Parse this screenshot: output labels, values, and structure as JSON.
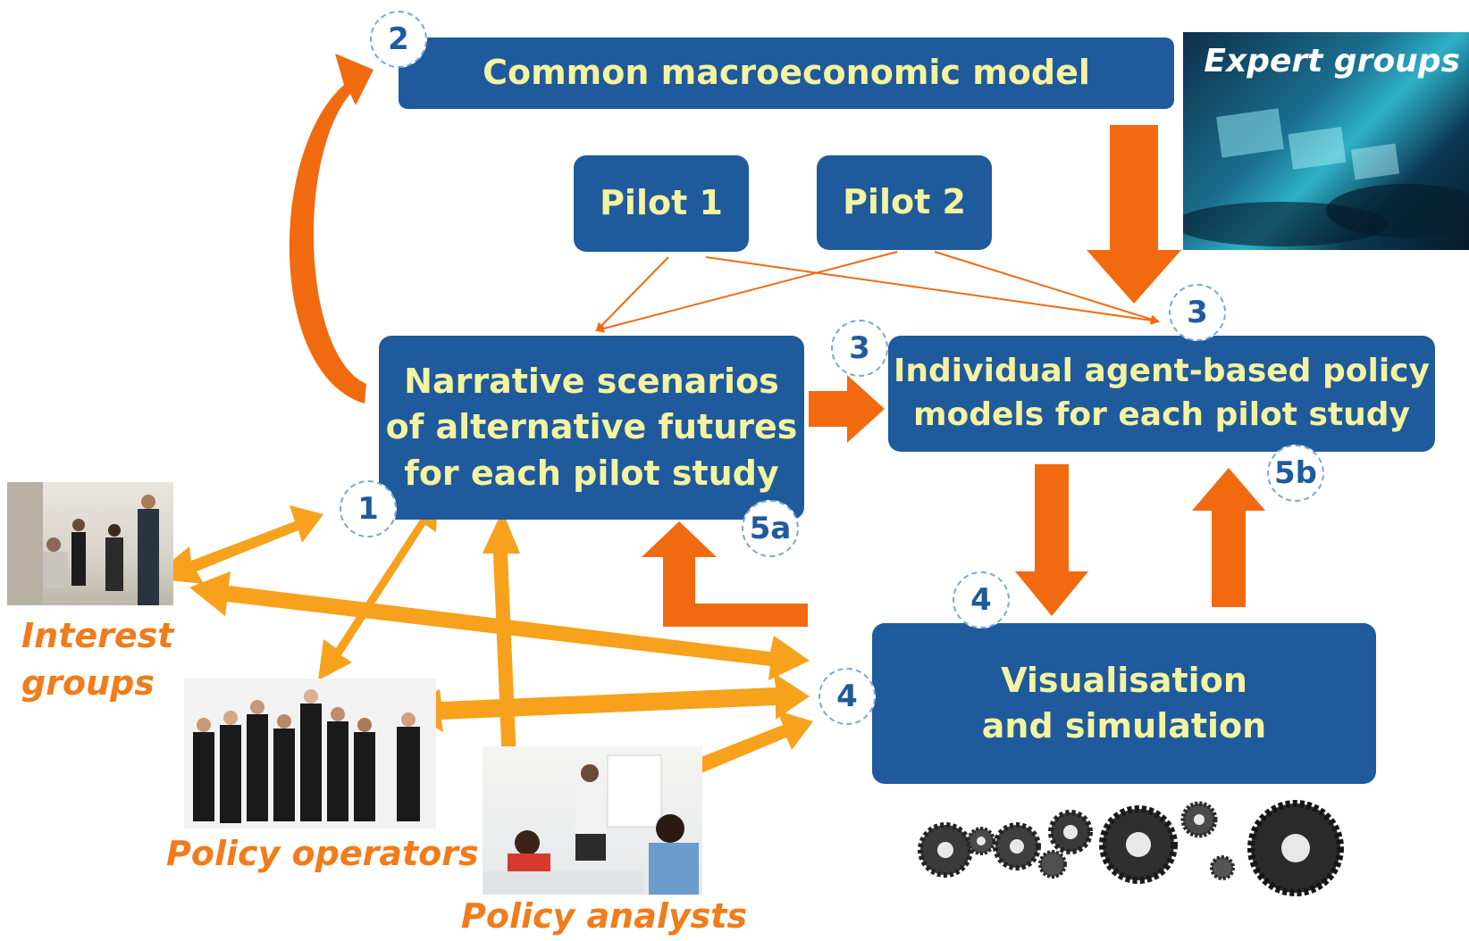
{
  "boxes": {
    "macro_model": "Common macroeconomic model",
    "pilot1": "Pilot 1",
    "pilot2": "Pilot 2",
    "narrative": [
      "Narrative scenarios",
      "of alternative futures",
      "for each pilot study"
    ],
    "agent_models": [
      "Individual agent-based policy",
      "models for each pilot study"
    ],
    "visualisation": [
      "Visualisation",
      "and simulation"
    ]
  },
  "badges": {
    "b1": "1",
    "b2": "2",
    "b3_left": "3",
    "b3_right": "3",
    "b4_top": "4",
    "b4_left": "4",
    "b5a": "5a",
    "b5b": "5b"
  },
  "labels": {
    "expert_groups": "Expert groups",
    "interest_groups": [
      "Interest",
      "groups"
    ],
    "policy_operators": "Policy operators",
    "policy_analysts": "Policy analysts"
  },
  "colors": {
    "box_fill": "#1f5a9c",
    "box_text": "#f4f3a0",
    "arrow_dark_orange": "#f26a10",
    "arrow_light_orange": "#f7a11c",
    "label_orange": "#f07c1b"
  }
}
